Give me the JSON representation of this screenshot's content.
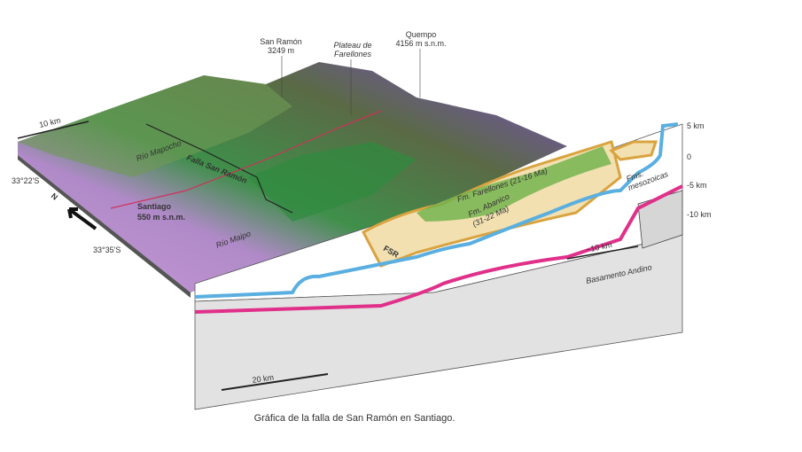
{
  "figure": {
    "peaks": {
      "san_ramon_name": "San Ramón",
      "san_ramon_alt": "3249 m",
      "plateau_line1": "Plateau de",
      "plateau_line2": "Farellones",
      "quempo_name": "Quempo",
      "quempo_alt": "4156 m s.n.m."
    },
    "map": {
      "scale_bar": "10 km",
      "lat_north": "33°22'S",
      "lat_south": "33°35'S",
      "north_label": "N",
      "rio_mapocho": "Río Mapocho",
      "rio_maipo": "Río Maipo",
      "falla": "Falla San Ramón",
      "city_name": "Santiago",
      "city_alt": "550 m s.n.m."
    },
    "section": {
      "depth_ticks": [
        "5 km",
        "0",
        "-5 km",
        "-10 km"
      ],
      "fm_farellones": "Fm. Farellones (21-16 Ma)",
      "fm_abanico_1": "Fm. Abanico",
      "fm_abanico_2": "(31-22 Ma)",
      "fms_meso_1": "Fms.",
      "fms_meso_2": "mesozoicas",
      "fsr": "FSR",
      "offset": "~10 km",
      "basement": "Basamento Andino",
      "scale_bar": "20 km"
    },
    "colors": {
      "blue": "#5aafe0",
      "magenta": "#e0308a",
      "ochre": "#d9a340",
      "green": "#6db04a"
    }
  },
  "caption": "Gráfica de la falla de San Ramón en Santiago."
}
